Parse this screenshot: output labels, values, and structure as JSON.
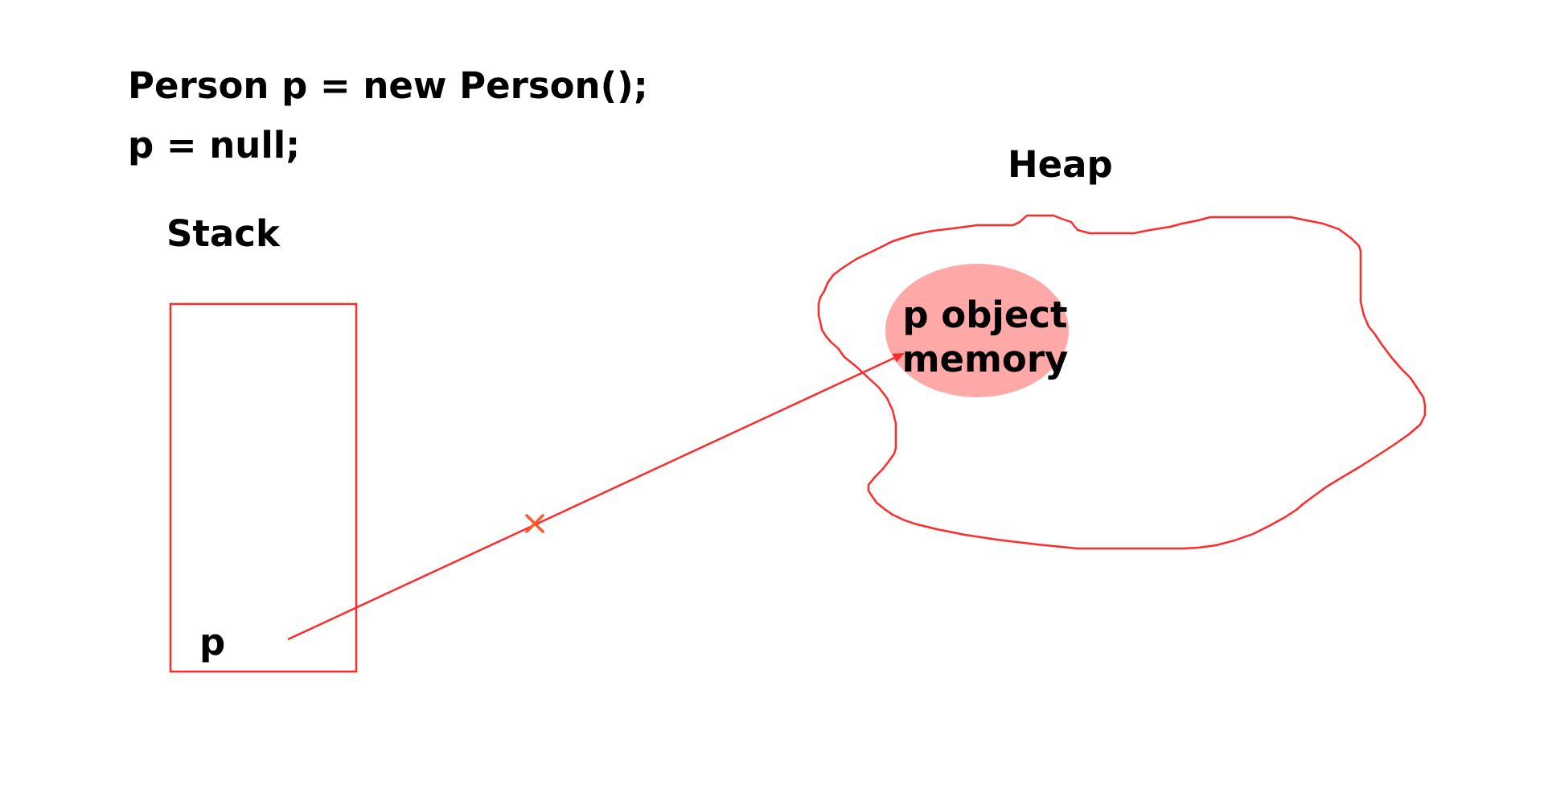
{
  "code": {
    "line1": "Person p = new Person();",
    "line2": "p = null;"
  },
  "stack": {
    "title": "Stack",
    "variable": "p"
  },
  "heap": {
    "title": "Heap",
    "object_label_line1": "p object",
    "object_label_line2": "memory"
  },
  "reference": {
    "status": "cut",
    "cut_mark": "×"
  },
  "colors": {
    "outline": "#ff2a2a",
    "object_fill": "#ffa8a8",
    "cut_mark": "#ff5a2a",
    "text": "#000000"
  },
  "icons": {
    "cut_mark": "cross-mark-icon",
    "arrowhead": "arrowhead-icon"
  }
}
